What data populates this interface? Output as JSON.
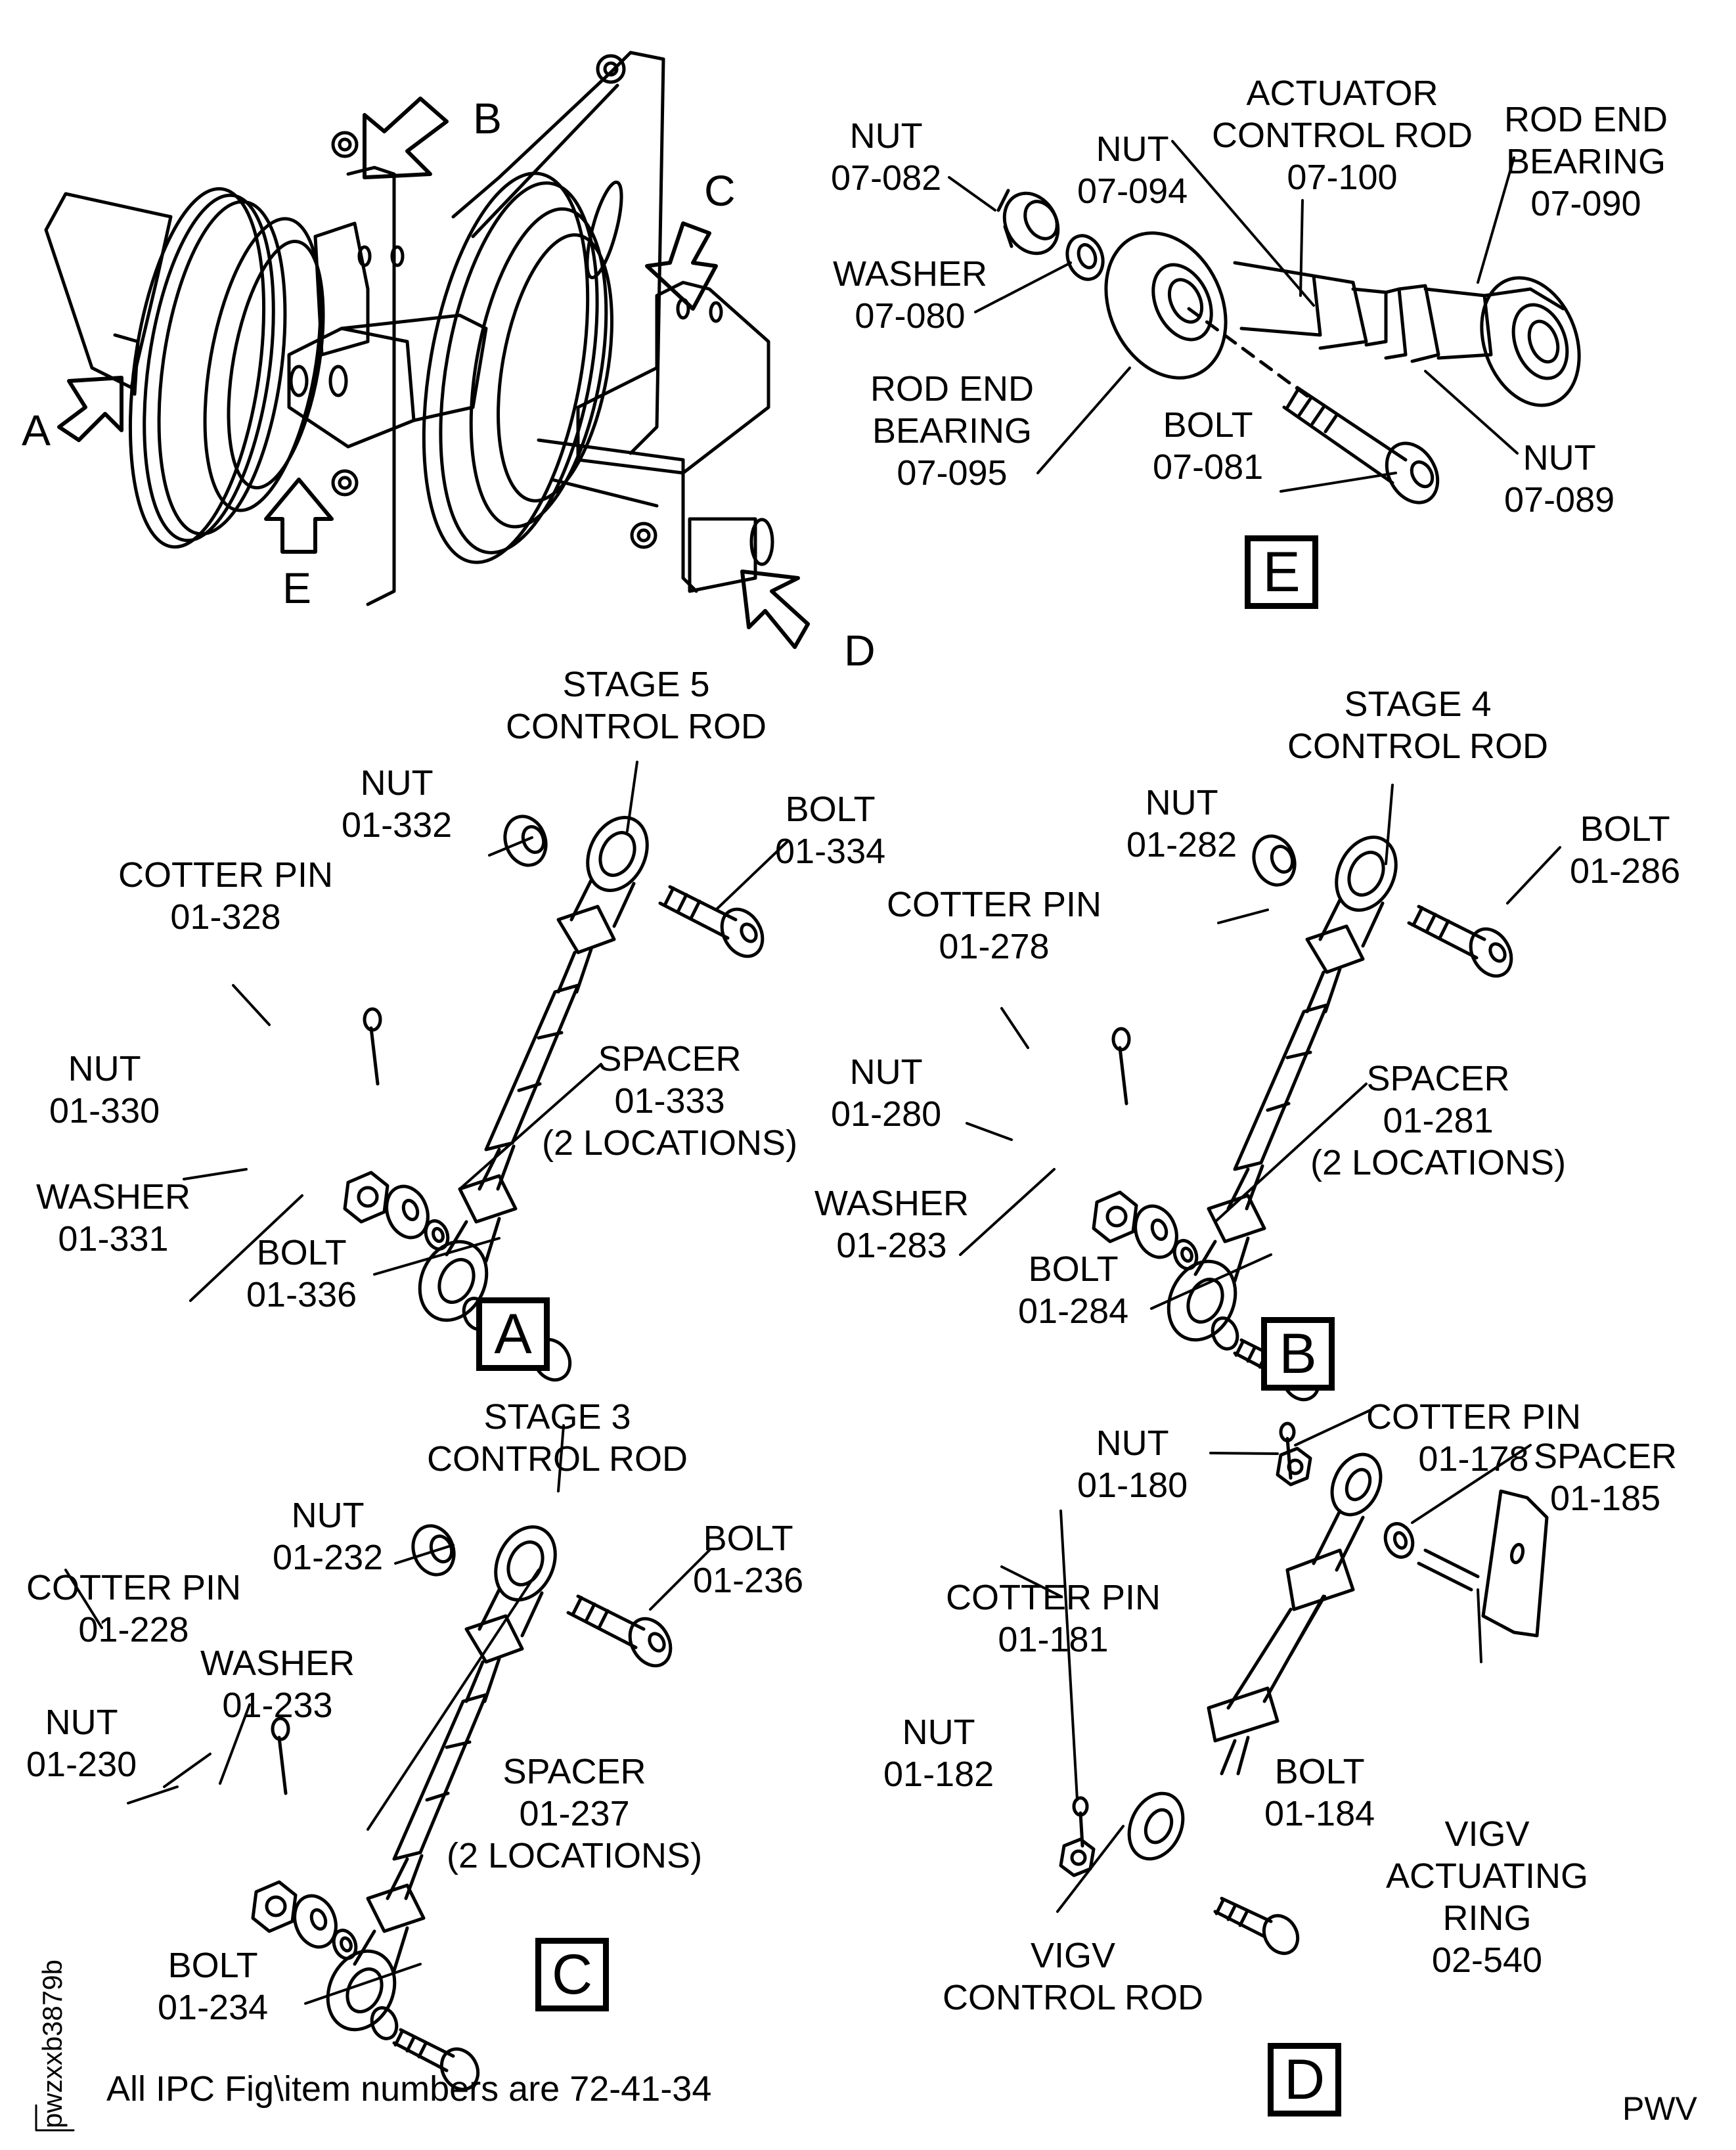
{
  "figure": {
    "overview": {
      "callouts": [
        "A",
        "B",
        "C",
        "D",
        "E"
      ]
    },
    "details": {
      "E": {
        "box_letter": "E",
        "labels": [
          {
            "name": "NUT",
            "num": "07-082"
          },
          {
            "name": "NUT",
            "num": "07-094"
          },
          {
            "name_lines": [
              "ACTUATOR",
              "CONTROL ROD"
            ],
            "num": "07-100"
          },
          {
            "name_lines": [
              "ROD END",
              "BEARING"
            ],
            "num": "07-090"
          },
          {
            "name": "WASHER",
            "num": "07-080"
          },
          {
            "name_lines": [
              "ROD END",
              "BEARING"
            ],
            "num": "07-095"
          },
          {
            "name": "BOLT",
            "num": "07-081"
          },
          {
            "name": "NUT",
            "num": "07-089"
          }
        ]
      },
      "A": {
        "box_letter": "A",
        "rod_lines": [
          "STAGE 5",
          "CONTROL ROD"
        ],
        "labels": [
          {
            "name": "NUT",
            "num": "01-332"
          },
          {
            "name": "BOLT",
            "num": "01-334"
          },
          {
            "name": "COTTER PIN",
            "num": "01-328"
          },
          {
            "name": "NUT",
            "num": "01-330"
          },
          {
            "name": "WASHER",
            "num": "01-331"
          },
          {
            "name": "SPACER",
            "num": "01-333",
            "note": "(2 LOCATIONS)"
          },
          {
            "name": "BOLT",
            "num": "01-336"
          }
        ]
      },
      "B": {
        "box_letter": "B",
        "rod_lines": [
          "STAGE 4",
          "CONTROL ROD"
        ],
        "labels": [
          {
            "name": "NUT",
            "num": "01-282"
          },
          {
            "name": "BOLT",
            "num": "01-286"
          },
          {
            "name": "COTTER PIN",
            "num": "01-278"
          },
          {
            "name": "NUT",
            "num": "01-280"
          },
          {
            "name": "WASHER",
            "num": "01-283"
          },
          {
            "name": "SPACER",
            "num": "01-281",
            "note": "(2 LOCATIONS)"
          },
          {
            "name": "BOLT",
            "num": "01-284"
          }
        ]
      },
      "C": {
        "box_letter": "C",
        "rod_lines": [
          "STAGE 3",
          "CONTROL ROD"
        ],
        "labels": [
          {
            "name": "NUT",
            "num": "01-232"
          },
          {
            "name": "BOLT",
            "num": "01-236"
          },
          {
            "name": "COTTER PIN",
            "num": "01-228"
          },
          {
            "name": "WASHER",
            "num": "01-233"
          },
          {
            "name": "NUT",
            "num": "01-230"
          },
          {
            "name": "SPACER",
            "num": "01-237",
            "note": "(2 LOCATIONS)"
          },
          {
            "name": "BOLT",
            "num": "01-234"
          }
        ]
      },
      "D": {
        "box_letter": "D",
        "labels": [
          {
            "name": "COTTER PIN",
            "num": "01-178"
          },
          {
            "name": "NUT",
            "num": "01-180"
          },
          {
            "name": "SPACER",
            "num": "01-185"
          },
          {
            "name": "COTTER PIN",
            "num": "01-181"
          },
          {
            "name": "NUT",
            "num": "01-182"
          },
          {
            "name": "BOLT",
            "num": "01-184"
          },
          {
            "name_lines": [
              "VIGV",
              "CONTROL ROD"
            ]
          },
          {
            "name_lines": [
              "VIGV",
              "ACTUATING",
              "RING"
            ],
            "num": "02-540"
          }
        ]
      }
    },
    "footer": {
      "note": "All IPC Fig\\item numbers are 72-41-34",
      "drawing_id": "pwzxxb3879b",
      "source_mark": "PWV"
    }
  }
}
